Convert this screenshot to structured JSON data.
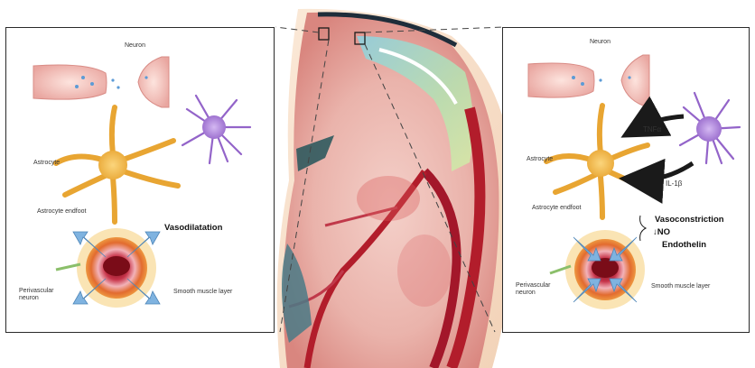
{
  "left_panel": {
    "neuron_label": "Neuron",
    "astrocyte_label": "Astrocyte",
    "endfoot_label": "Astrocyte endfoot",
    "effect_label": "Vasodilatation",
    "nerve_label": "Perivascular neuron",
    "muscle_label": "Smooth muscle layer"
  },
  "right_panel": {
    "neuron_label": "Neuron",
    "astrocyte_label": "Astrocyte",
    "endfoot_label": "Astrocyte endfoot",
    "tnf_label": "TNFα",
    "il_label": "IL-1β",
    "effect_label": "Vasoconstriction",
    "no_label": "NO",
    "endothelin_label": "Endothelin",
    "nerve_label": "Perivascular neuron",
    "muscle_label": "Smooth muscle layer"
  },
  "colors": {
    "brain": "#e9a9a6",
    "vessel": "#b21d2b",
    "astrocyte": "#f1b43c",
    "microglia": "#a77ed6",
    "arrow_blue": "#7fb3e0"
  }
}
